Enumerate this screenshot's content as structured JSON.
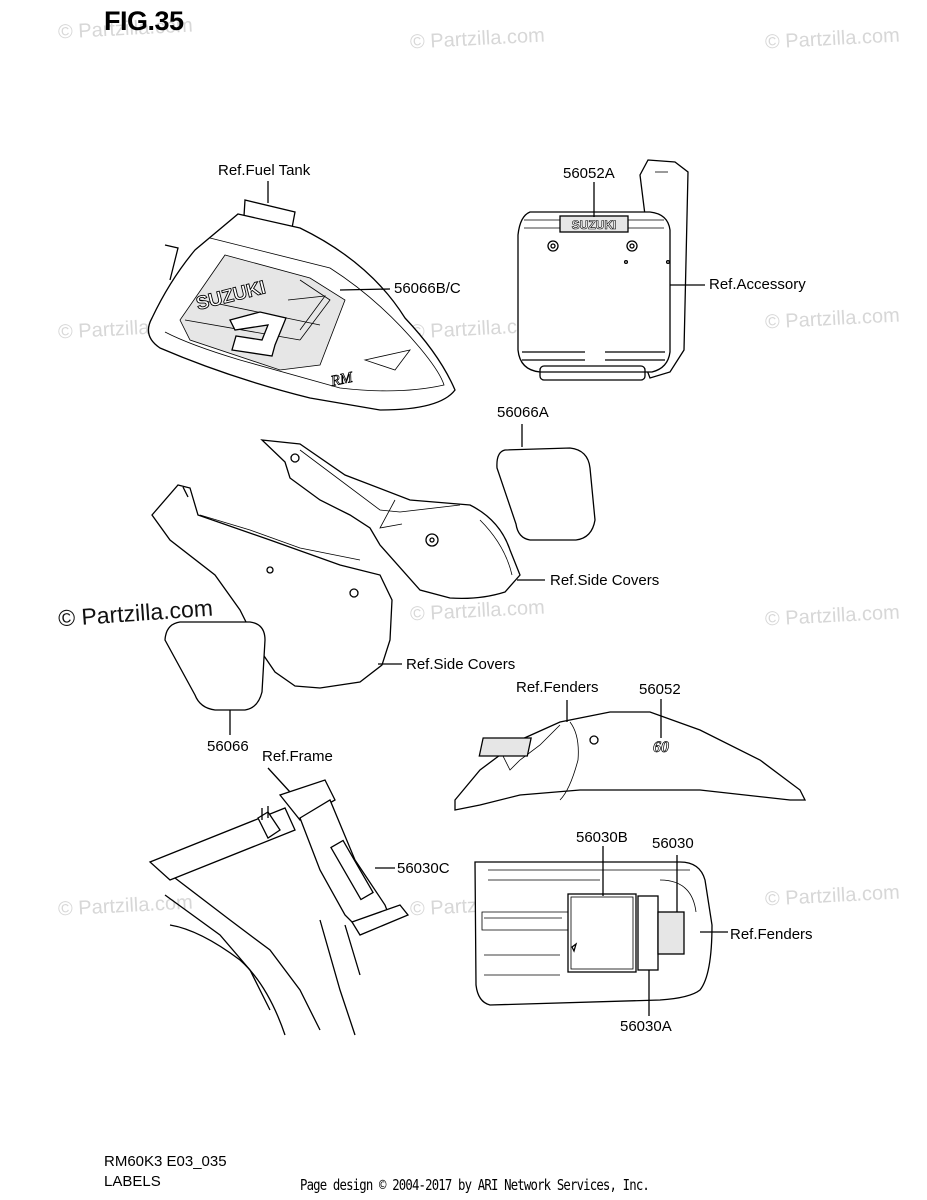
{
  "figure": {
    "title": "FIG.35"
  },
  "watermark": {
    "text": "© Partzilla.com",
    "main_text": "© Partzilla.com"
  },
  "callouts": {
    "fuel_tank_ref": "Ref.Fuel Tank",
    "p56066BC": "56066B/C",
    "p56052A": "56052A",
    "accessory_ref": "Ref.Accessory",
    "p56066A": "56066A",
    "side_covers_ref_1": "Ref.Side Covers",
    "side_covers_ref_2": "Ref.Side Covers",
    "p56066": "56066",
    "fenders_ref_1": "Ref.Fenders",
    "p56052": "56052",
    "frame_ref": "Ref.Frame",
    "p56030C": "56030C",
    "p56030B": "56030B",
    "p56030": "56030",
    "fenders_ref_2": "Ref.Fenders",
    "p56030A": "56030A"
  },
  "decals": {
    "brand": "SUZUKI",
    "tank_logo": "RM",
    "fender_logo": "60"
  },
  "footer": {
    "model_code": "RM60K3 E03_035",
    "section": "LABELS",
    "page_design": "Page design © 2004-2017 by ARI Network Services, Inc."
  }
}
